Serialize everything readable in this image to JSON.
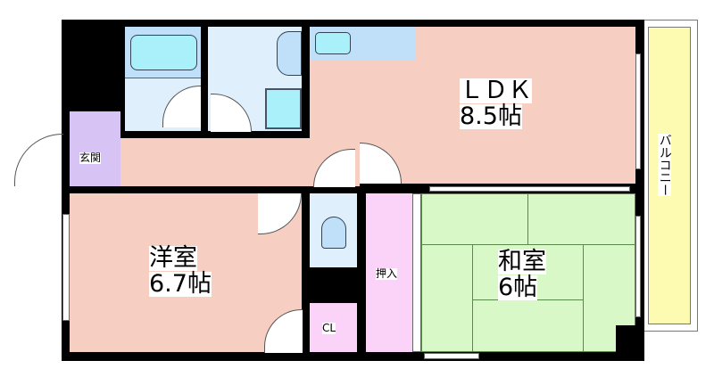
{
  "rooms": {
    "ldk": {
      "name": "ＬＤＫ",
      "size": "8.5帖"
    },
    "western": {
      "name": "洋室",
      "size": "6.7帖"
    },
    "japanese": {
      "name": "和室",
      "size": "6帖"
    },
    "entrance": {
      "name": "玄関"
    },
    "closet_japanese": {
      "name": "押入"
    },
    "closet": {
      "name": "CL"
    },
    "balcony": {
      "name": "バルコニー"
    }
  },
  "colors": {
    "ldk": "#f6cfc2",
    "entrance": "#d8c4f4",
    "wet": "#dff0fc",
    "closet": "#fbd2f8",
    "tatami": "#d9f8c8",
    "balcony": "#fdfbb2"
  }
}
